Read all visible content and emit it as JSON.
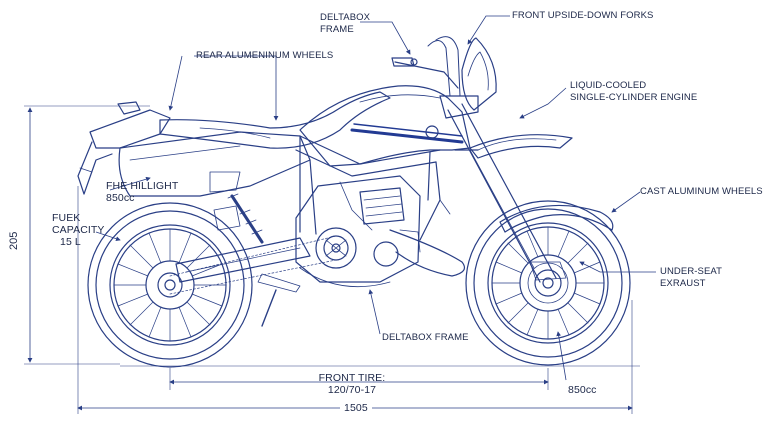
{
  "diagram": {
    "labels": {
      "deltabox_frame_top_1": "DELTABOX",
      "deltabox_frame_top_2": "FRAME",
      "front_forks": "FRONT UPSIDE-DOWN FORKS",
      "rear_wheels": "REAR ALUMENINUM WHEELS",
      "engine_1": "LIQUID-COOLED",
      "engine_2": "SINGLE-CYLINDER ENGINE",
      "seat_height_1": "FHE HILLIGHT",
      "seat_height_2": "850cc",
      "cast_wheels": "CAST ALUMINUM WHEELS",
      "fuel_1": "FUEK",
      "fuel_2": "CAPACITY",
      "fuel_3": "15 L",
      "exhaust_1": "UNDER-SEAT",
      "exhaust_2": "EXRAUST",
      "deltabox_frame_bottom": "DELTABOX FRAME",
      "front_tire_1": "FRONT TIRE:",
      "front_tire_2": "120/70-17",
      "displacement_bottom": "850cc",
      "height_dim": "205",
      "length_dim": "1505"
    },
    "colors": {
      "line": "#2a3f86",
      "stripe": "#223a93",
      "text": "#1c2748"
    }
  }
}
